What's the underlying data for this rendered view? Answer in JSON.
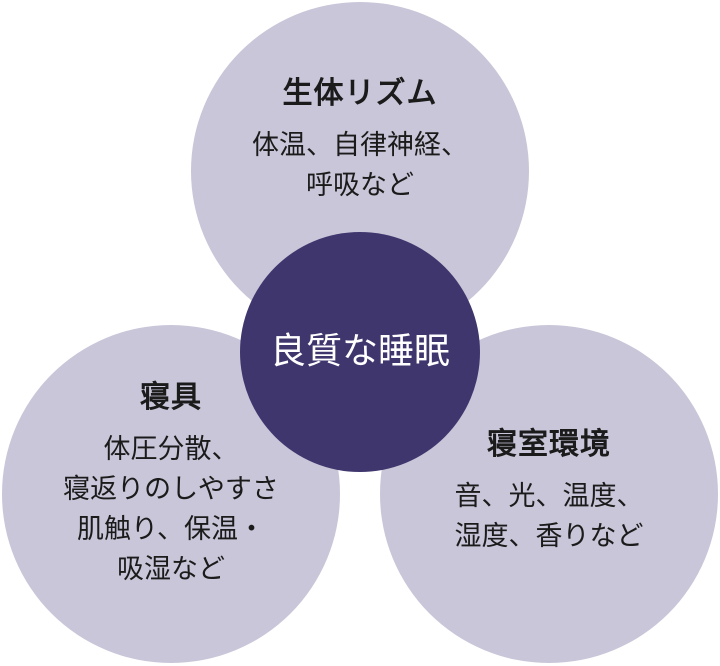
{
  "colors": {
    "outer_circle": "#c8c6d8",
    "center_circle": "#3f366e",
    "center_text": "#ffffff",
    "body_text": "#1b1b1b"
  },
  "center": {
    "label": "良質な睡眠"
  },
  "top": {
    "title": "生体リズム",
    "desc": "体温、自律神経、\n呼吸など"
  },
  "left": {
    "title": "寝具",
    "desc": "体圧分散、\n寝返りのしやすさ\n肌触り、保温・\n吸湿など"
  },
  "right": {
    "title": "寝室環境",
    "desc": "音、光、温度、\n湿度、香りなど"
  }
}
